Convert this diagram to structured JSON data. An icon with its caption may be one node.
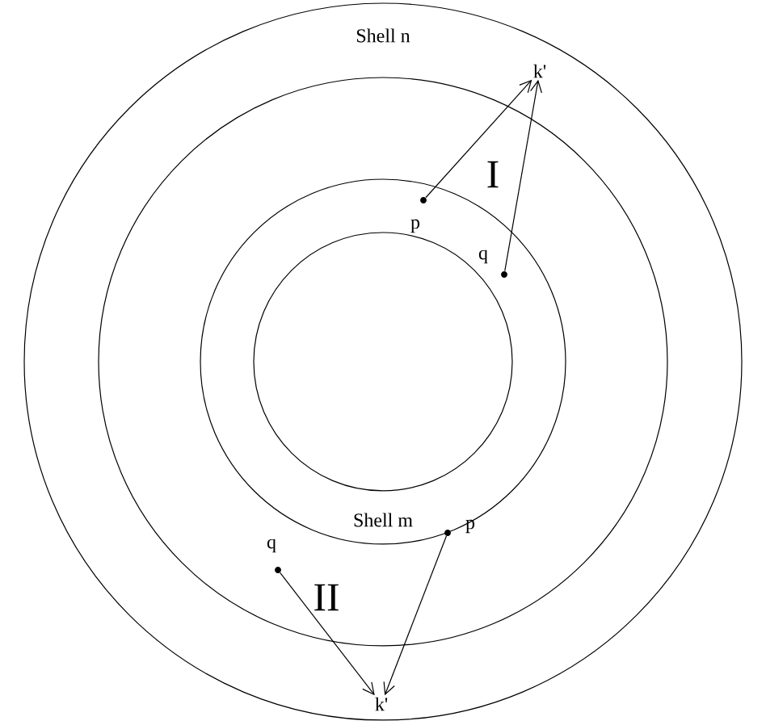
{
  "diagram": {
    "nodes": [
      {
        "text": [
          "k'"
        ]
      },
      {
        "text": [],
        "shape": "circle",
        "beside": [
          "p"
        ]
      },
      {
        "text": [],
        "shape": "circle",
        "beside": [
          "q"
        ]
      },
      {
        "text": [],
        "shape": "circle",
        "beside": [
          "p"
        ]
      },
      {
        "text": [],
        "shape": "circle",
        "beside": [
          "q"
        ]
      },
      {
        "text": [
          "k'"
        ]
      }
    ],
    "edges": [
      {
        "from": 1,
        "to": 0,
        "arrow": "to"
      },
      {
        "from": 2,
        "to": 0,
        "arrow": "to"
      },
      {
        "from": 4,
        "to": 5,
        "arrow": "to"
      },
      {
        "from": 3,
        "to": 5,
        "arrow": "to"
      }
    ],
    "labels": [
      "Shell n",
      "I",
      "Shell m",
      "II"
    ]
  }
}
